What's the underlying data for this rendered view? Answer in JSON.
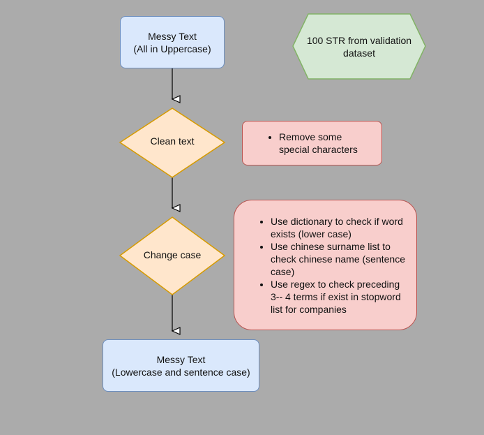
{
  "diagram": {
    "nodes": {
      "messy_upper": {
        "line1": "Messy Text",
        "line2": "(All in Uppercase)"
      },
      "clean_text": {
        "label": "Clean text"
      },
      "change_case": {
        "label": "Change case"
      },
      "messy_lower": {
        "line1": "Messy Text",
        "line2": "(Lowercase and sentence case)"
      },
      "dataset": {
        "line1": "100 STR from validation",
        "line2": "dataset"
      }
    },
    "notes": {
      "clean_note": {
        "items": [
          {
            "line1": "Remove some",
            "line2": "special characters"
          }
        ]
      },
      "case_note": {
        "items": [
          {
            "lines": [
              "Use dictionary to check if word",
              "exists (lower case)"
            ]
          },
          {
            "lines": [
              "Use chinese surname list to",
              "check chinese name (sentence",
              "case)"
            ]
          },
          {
            "lines": [
              "Use regex to check preceding",
              "3-- 4 terms if exist in stopword",
              "list for companies"
            ]
          }
        ]
      }
    },
    "colors": {
      "background": "#ababab",
      "process_fill": "#dae8fc",
      "process_stroke": "#6c8ebf",
      "decision_fill": "#ffe6cc",
      "decision_stroke": "#d79b00",
      "note_fill": "#f8cecc",
      "note_stroke": "#b85450",
      "data_fill": "#d5e8d4",
      "data_stroke": "#82b366",
      "edge": "#000000"
    }
  }
}
